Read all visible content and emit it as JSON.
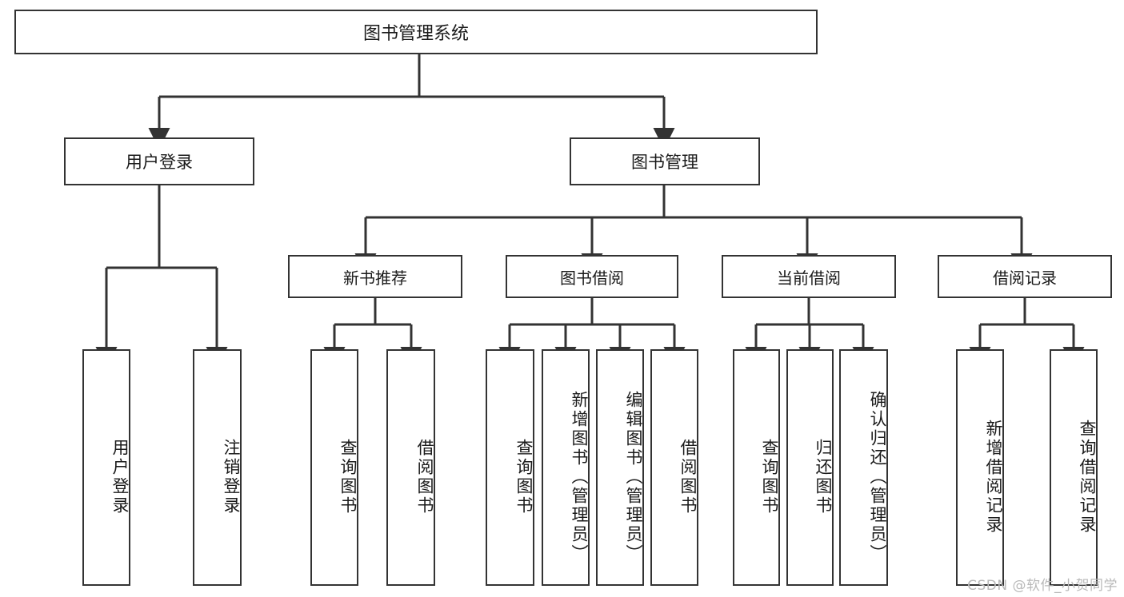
{
  "diagram": {
    "title": "图书管理系统",
    "type": "hierarchy-tree",
    "root": {
      "label": "图书管理系统"
    },
    "level1": [
      {
        "label": "用户登录"
      },
      {
        "label": "图书管理"
      }
    ],
    "level2": [
      {
        "label": "新书推荐"
      },
      {
        "label": "图书借阅"
      },
      {
        "label": "当前借阅"
      },
      {
        "label": "借阅记录"
      }
    ],
    "leaves": {
      "user_login": [
        {
          "label": "用户登录"
        },
        {
          "label": "注销登录"
        }
      ],
      "new_book_recommend": [
        {
          "label": "查询图书"
        },
        {
          "label": "借阅图书"
        }
      ],
      "book_borrow": [
        {
          "label": "查询图书"
        },
        {
          "label": "新增图书（管理员）"
        },
        {
          "label": "编辑图书（管理员）"
        },
        {
          "label": "借阅图书"
        }
      ],
      "current_borrow": [
        {
          "label": "查询图书"
        },
        {
          "label": "归还图书"
        },
        {
          "label": "确认归还（管理员）"
        }
      ],
      "borrow_record": [
        {
          "label": "新增借阅记录"
        },
        {
          "label": "查询借阅记录"
        }
      ]
    }
  },
  "watermark": {
    "text": "CSDN @软件_小贺同学"
  },
  "colors": {
    "stroke": "#333333",
    "background": "#ffffff",
    "text": "#1a1a1a",
    "watermark": "#b9b9b9"
  }
}
